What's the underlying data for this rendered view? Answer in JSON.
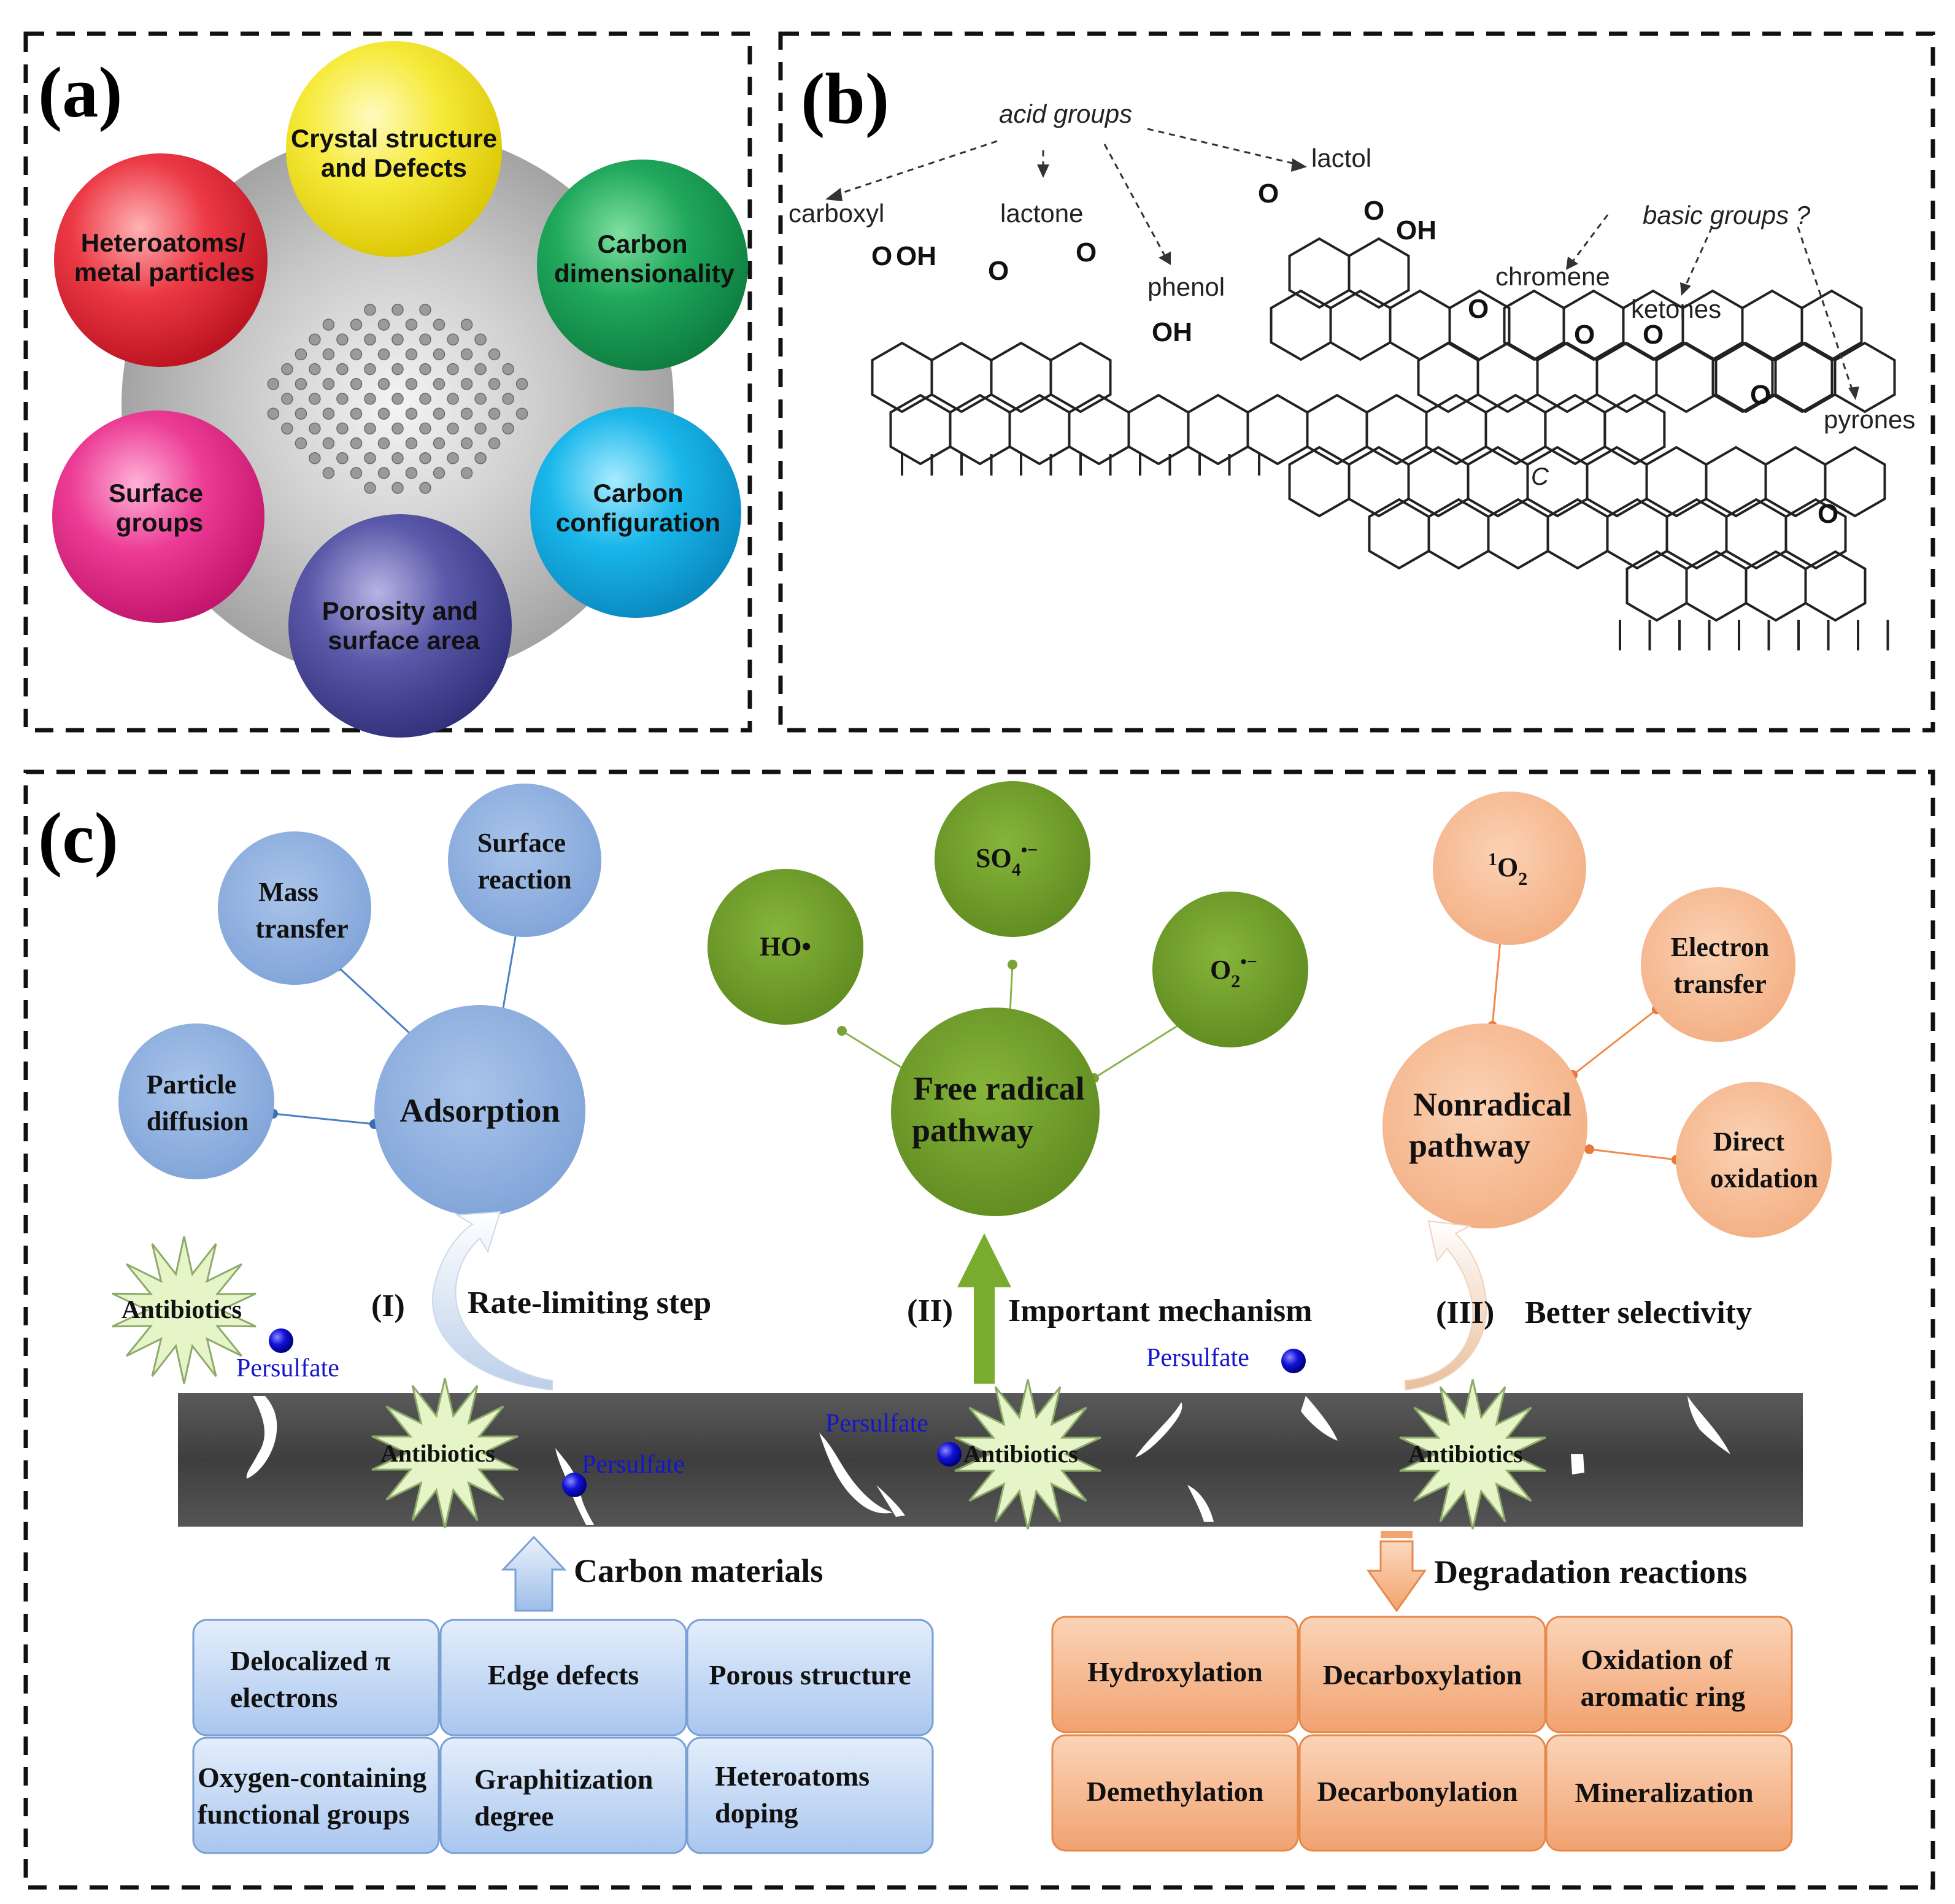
{
  "panel_a": {
    "label": "(a)",
    "circles": [
      {
        "line1": "Crystal structure",
        "line2": "and Defects",
        "color": "#f2e32a"
      },
      {
        "line1": "Carbon",
        "line2": "dimensionality",
        "color": "#1ea35a"
      },
      {
        "line1": "Carbon",
        "line2": "configuration",
        "color": "#19b3e6"
      },
      {
        "line1": "Porosity and",
        "line2": "surface area",
        "color": "#4c4b9b"
      },
      {
        "line1": "Surface",
        "line2": "groups",
        "color": "#e8348f"
      },
      {
        "line1": "Heteroatoms/",
        "line2": "metal particles",
        "color": "#e8323f"
      }
    ]
  },
  "panel_b": {
    "label": "(b)",
    "annotations": {
      "acid_groups": "acid groups",
      "basic_groups": "basic groups ?",
      "carboxyl": "carboxyl",
      "lactone": "lactone",
      "phenol": "phenol",
      "lactol": "lactol",
      "chromene": "chromene",
      "ketones": "ketones",
      "pyrones": "pyrones",
      "center": "C"
    },
    "atoms": {
      "o": "O",
      "oh": "OH",
      "h": "H"
    }
  },
  "panel_c": {
    "label": "(c)",
    "adsorption": {
      "main": "Adsorption",
      "mass": [
        "Mass",
        "transfer"
      ],
      "surface": [
        "Surface",
        "reaction"
      ],
      "particle": [
        "Particle",
        "diffusion"
      ],
      "roman": "(I)",
      "arrow_label": "Rate-limiting step",
      "color": "#8fb1e0"
    },
    "radical": {
      "main": [
        "Free radical",
        "pathway"
      ],
      "ho": "HO•",
      "so4": "SO",
      "so4_sub": "4",
      "so4_sup": "•−",
      "o2": "O",
      "o2_sub": "2",
      "o2_sup": "•−",
      "roman": "(II)",
      "arrow_label": "Important mechanism",
      "color": "#6f9a2a"
    },
    "nonradical": {
      "main": [
        "Nonradical",
        "pathway"
      ],
      "singlet_sup": "1",
      "singlet": "O",
      "singlet_sub": "2",
      "electron": [
        "Electron",
        "transfer"
      ],
      "direct": [
        "Direct",
        "oxidation"
      ],
      "roman": "(III)",
      "arrow_label": "Better selectivity",
      "color": "#f6b88e"
    },
    "antibiotics": "Antibiotics",
    "persulfate": "Persulfate",
    "carbon_materials": "Carbon materials",
    "degradation_reactions": "Degradation reactions",
    "carbon_boxes": [
      [
        "Delocalized π",
        "electrons"
      ],
      [
        "Edge defects"
      ],
      [
        "Porous  structure"
      ],
      [
        "Oxygen-containing",
        "functional  groups"
      ],
      [
        "Graphitization",
        "degree"
      ],
      [
        "Heteroatoms",
        "doping"
      ]
    ],
    "reaction_boxes": [
      [
        "Hydroxylation"
      ],
      [
        "Decarboxylation"
      ],
      [
        "Oxidation  of",
        "aromatic  ring"
      ],
      [
        "Demethylation"
      ],
      [
        "Decarbonylation"
      ],
      [
        "Mineralization"
      ]
    ]
  }
}
